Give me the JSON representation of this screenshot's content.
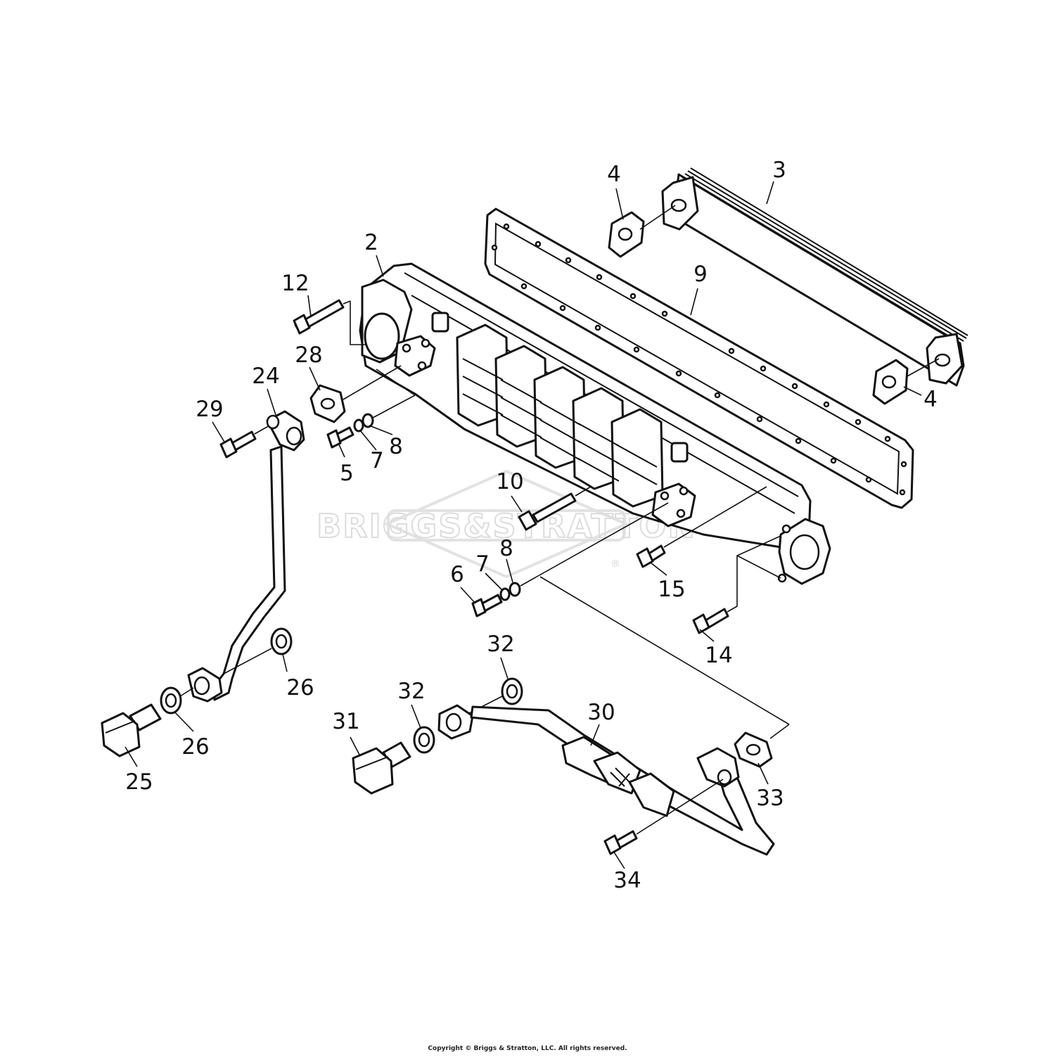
{
  "watermark": {
    "text": "BRIGGS&STRATTON",
    "registered_mark": "®"
  },
  "copyright": "Copyright © Briggs & Stratton, LLC. All rights reserved.",
  "callouts": [
    {
      "id": "c2",
      "label": "2"
    },
    {
      "id": "c3",
      "label": "3"
    },
    {
      "id": "c4a",
      "label": "4"
    },
    {
      "id": "c4b",
      "label": "4"
    },
    {
      "id": "c5",
      "label": "5"
    },
    {
      "id": "c6",
      "label": "6"
    },
    {
      "id": "c7a",
      "label": "7"
    },
    {
      "id": "c7b",
      "label": "7"
    },
    {
      "id": "c8a",
      "label": "8"
    },
    {
      "id": "c8b",
      "label": "8"
    },
    {
      "id": "c9",
      "label": "9"
    },
    {
      "id": "c10",
      "label": "10"
    },
    {
      "id": "c12",
      "label": "12"
    },
    {
      "id": "c14",
      "label": "14"
    },
    {
      "id": "c15",
      "label": "15"
    },
    {
      "id": "c24",
      "label": "24"
    },
    {
      "id": "c25",
      "label": "25"
    },
    {
      "id": "c26a",
      "label": "26"
    },
    {
      "id": "c26b",
      "label": "26"
    },
    {
      "id": "c28",
      "label": "28"
    },
    {
      "id": "c29",
      "label": "29"
    },
    {
      "id": "c30",
      "label": "30"
    },
    {
      "id": "c31",
      "label": "31"
    },
    {
      "id": "c32a",
      "label": "32"
    },
    {
      "id": "c32b",
      "label": "32"
    },
    {
      "id": "c33",
      "label": "33"
    },
    {
      "id": "c34",
      "label": "34"
    }
  ]
}
